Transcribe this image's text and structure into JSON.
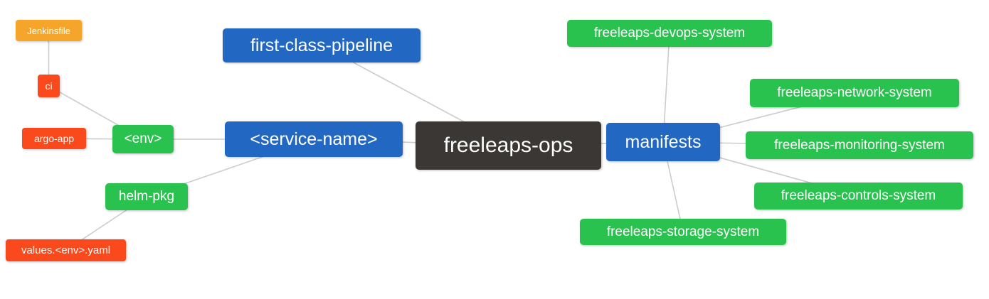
{
  "colors": {
    "blue": "#2268c2",
    "green": "#2ac24e",
    "dark": "#3a3734",
    "orange": "#f6a52b",
    "red": "#fa491c",
    "line": "#cccccc",
    "text": "#ffffff"
  },
  "nodes": {
    "jenkinsfile": {
      "label": "Jenkinsfile",
      "color": "orange"
    },
    "ci": {
      "label": "ci",
      "color": "red"
    },
    "argo_app": {
      "label": "argo-app",
      "color": "red"
    },
    "env": {
      "label": "<env>",
      "color": "green"
    },
    "helm_pkg": {
      "label": "helm-pkg",
      "color": "green"
    },
    "values_env_yaml": {
      "label": "values.<env>.yaml",
      "color": "red"
    },
    "first_class_pipeline": {
      "label": "first-class-pipeline",
      "color": "blue"
    },
    "service_name": {
      "label": "<service-name>",
      "color": "blue"
    },
    "freeleaps_ops": {
      "label": "freeleaps-ops",
      "color": "dark"
    },
    "manifests": {
      "label": "manifests",
      "color": "blue"
    },
    "devops_system": {
      "label": "freeleaps-devops-system",
      "color": "green"
    },
    "network_system": {
      "label": "freeleaps-network-system",
      "color": "green"
    },
    "monitoring_system": {
      "label": "freeleaps-monitoring-system",
      "color": "green"
    },
    "controls_system": {
      "label": "freeleaps-controls-system",
      "color": "green"
    },
    "storage_system": {
      "label": "freeleaps-storage-system",
      "color": "green"
    }
  },
  "edges": [
    [
      "jenkinsfile",
      "ci"
    ],
    [
      "ci",
      "env"
    ],
    [
      "argo_app",
      "env"
    ],
    [
      "env",
      "service_name"
    ],
    [
      "helm_pkg",
      "service_name"
    ],
    [
      "values_env_yaml",
      "helm_pkg"
    ],
    [
      "first_class_pipeline",
      "freeleaps_ops"
    ],
    [
      "service_name",
      "freeleaps_ops"
    ],
    [
      "freeleaps_ops",
      "manifests"
    ],
    [
      "manifests",
      "devops_system"
    ],
    [
      "manifests",
      "network_system"
    ],
    [
      "manifests",
      "monitoring_system"
    ],
    [
      "manifests",
      "controls_system"
    ],
    [
      "manifests",
      "storage_system"
    ]
  ]
}
